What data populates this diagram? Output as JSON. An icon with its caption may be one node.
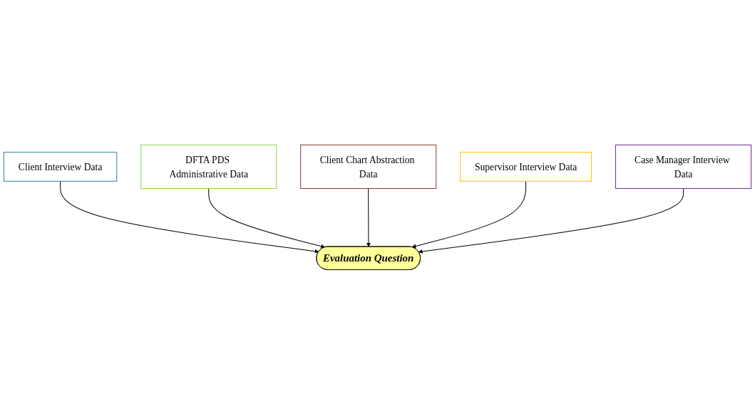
{
  "diagram": {
    "nodes": [
      {
        "text": [
          "Client Interview Data"
        ]
      },
      {
        "text": [
          "DFTA PDS Administrative Data"
        ]
      },
      {
        "text": [
          "Evaluation Question"
        ]
      },
      {
        "text": [
          "Client Chart Abstraction Data"
        ]
      },
      {
        "text": [
          "Supervisor Interview Data"
        ]
      },
      {
        "text": [
          "Case Manager Interview Data"
        ]
      }
    ],
    "edges": [
      {
        "from": 0,
        "to": 2,
        "arrow": "to"
      },
      {
        "from": 1,
        "to": 2,
        "arrow": "to"
      },
      {
        "from": 3,
        "to": 2,
        "arrow": "to"
      },
      {
        "from": 4,
        "to": 2,
        "arrow": "to"
      },
      {
        "from": 5,
        "to": 2,
        "arrow": "to"
      }
    ]
  }
}
